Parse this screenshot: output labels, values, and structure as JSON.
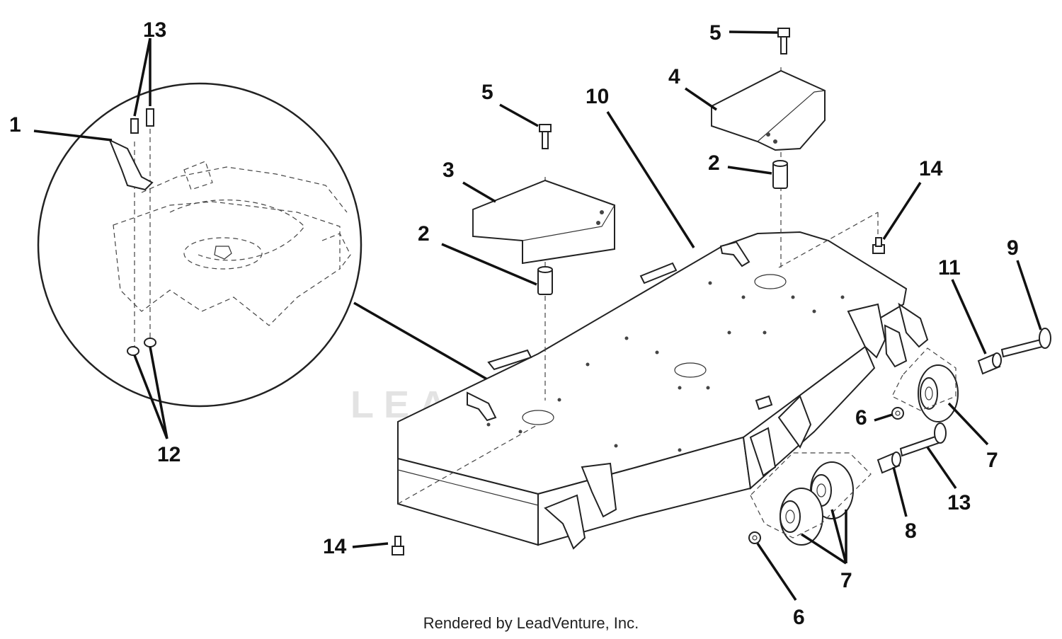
{
  "diagram": {
    "callouts": {
      "c1": "1",
      "c2a": "2",
      "c2b": "2",
      "c3": "3",
      "c4": "4",
      "c5a": "5",
      "c5b": "5",
      "c6a": "6",
      "c6b": "6",
      "c7a": "7",
      "c7b": "7",
      "c8": "8",
      "c9": "9",
      "c10": "10",
      "c11": "11",
      "c12": "12",
      "c13a": "13",
      "c13b": "13",
      "c14a": "14",
      "c14b": "14"
    },
    "watermark": "LEADVENTURE"
  },
  "footer": {
    "credit": "Rendered by LeadVenture, Inc."
  }
}
